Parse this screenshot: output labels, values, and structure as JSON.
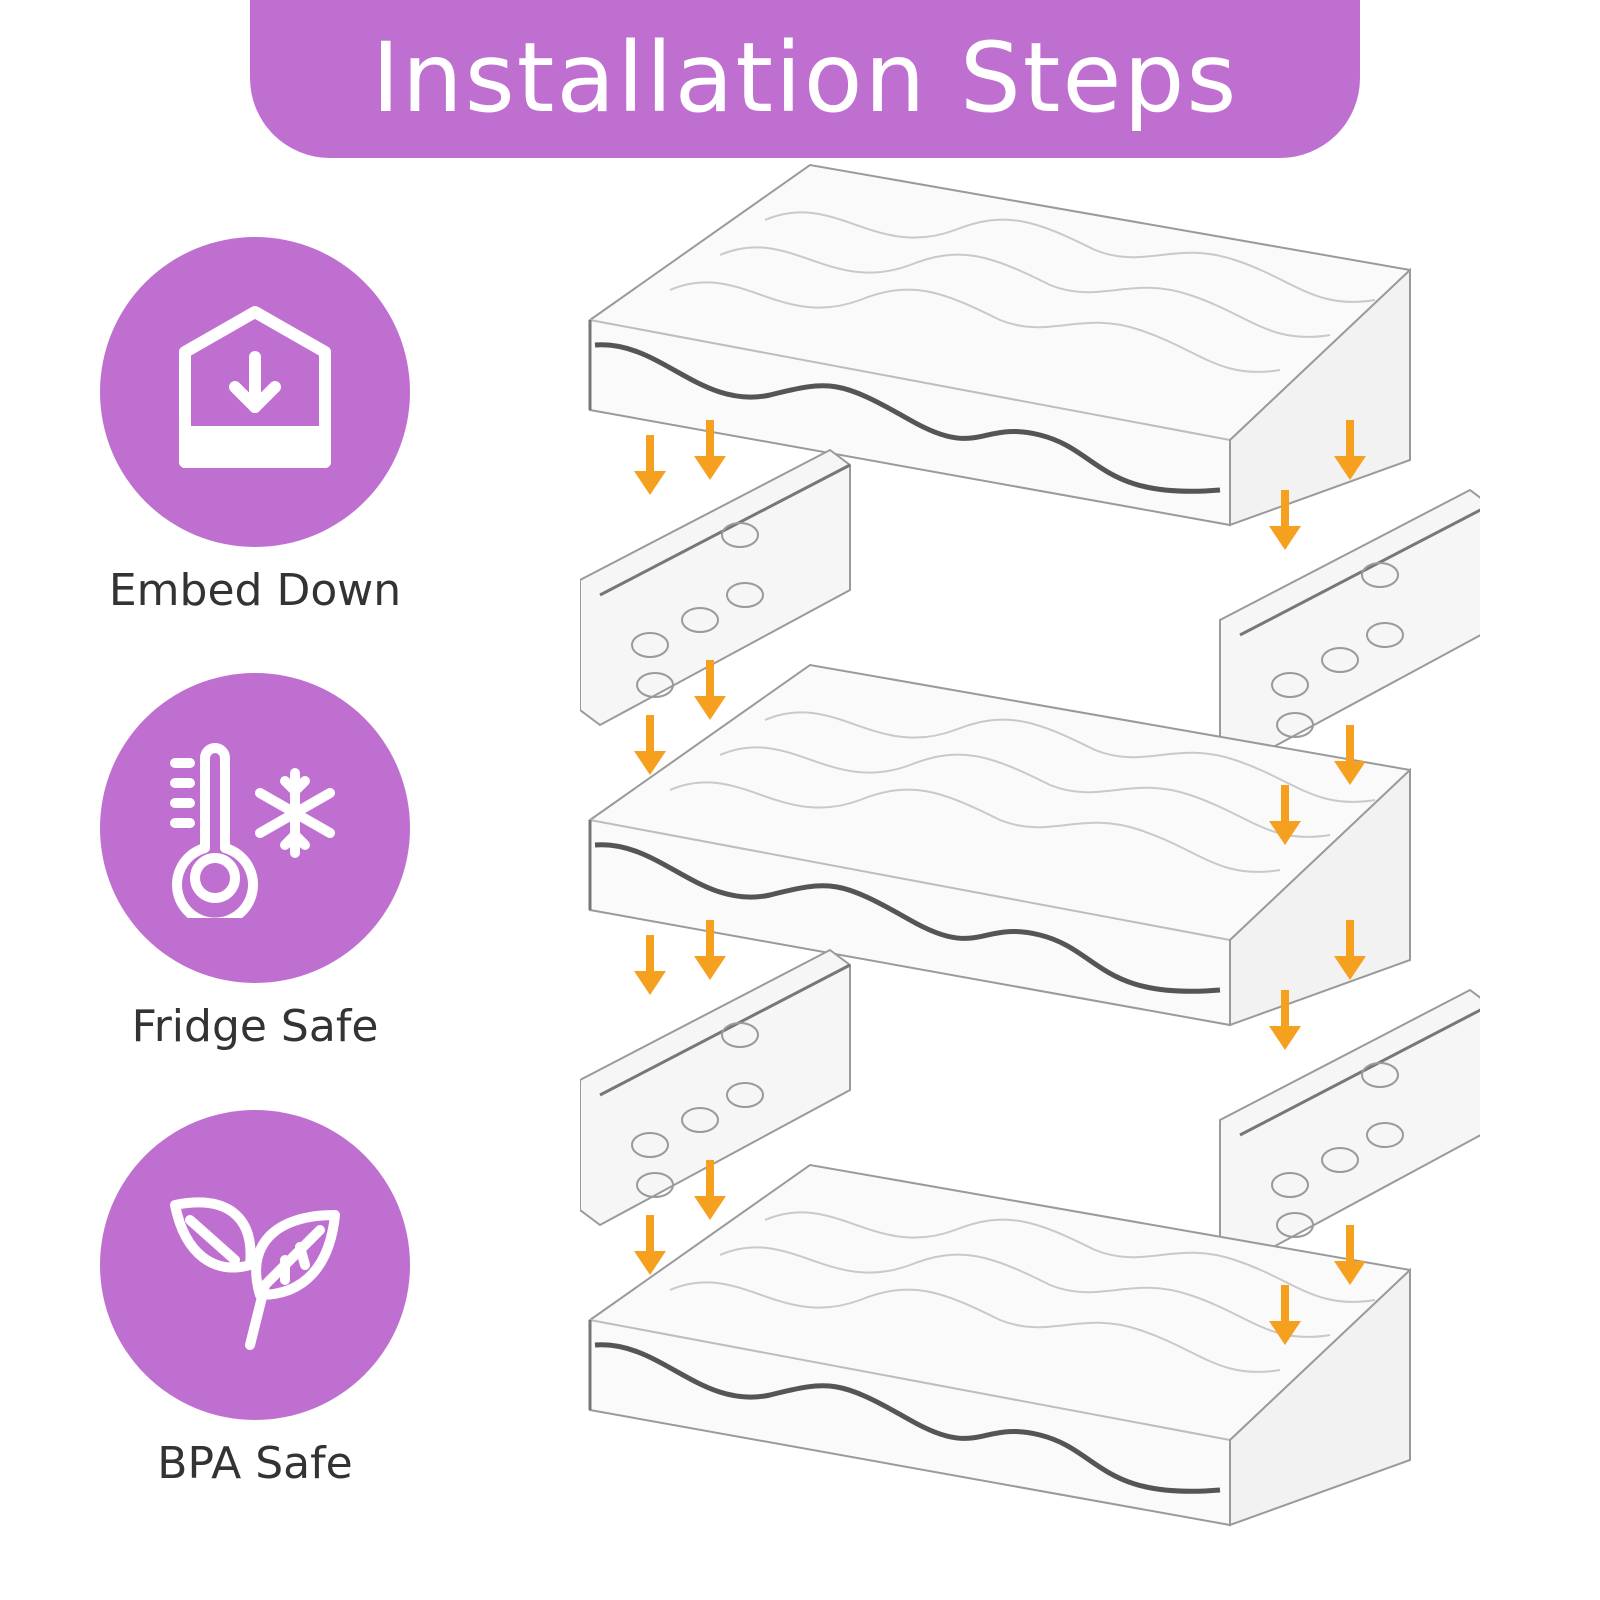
{
  "banner": {
    "title": "Installation Steps"
  },
  "features": [
    {
      "label": "Embed Down",
      "icon": "house-download-icon"
    },
    {
      "label": "Fridge Safe",
      "icon": "thermometer-snowflake-icon"
    },
    {
      "label": "BPA Safe",
      "icon": "leaf-icon"
    }
  ],
  "colors": {
    "accent": "#bf6fd0",
    "arrow": "#f5a01f",
    "text": "#333333"
  }
}
